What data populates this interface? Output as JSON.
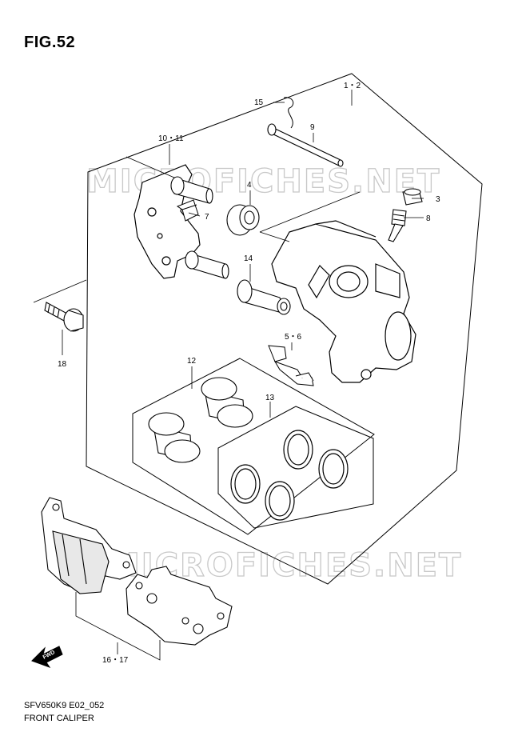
{
  "figure_title": "FIG.52",
  "footer": {
    "code": "SFV650K9 E02_052",
    "caption": "FRONT CALIPER"
  },
  "watermark": "MICROFICHES.NET",
  "fwd_arrow_label": "FWD",
  "callouts": {
    "c1_2": "1・2",
    "c3": "3",
    "c4": "4",
    "c5_6": "5・6",
    "c7": "7",
    "c8": "8",
    "c9": "9",
    "c10_11": "10・11",
    "c12": "12",
    "c13": "13",
    "c14": "14",
    "c15": "15",
    "c16_17": "16・17",
    "c18": "18"
  }
}
